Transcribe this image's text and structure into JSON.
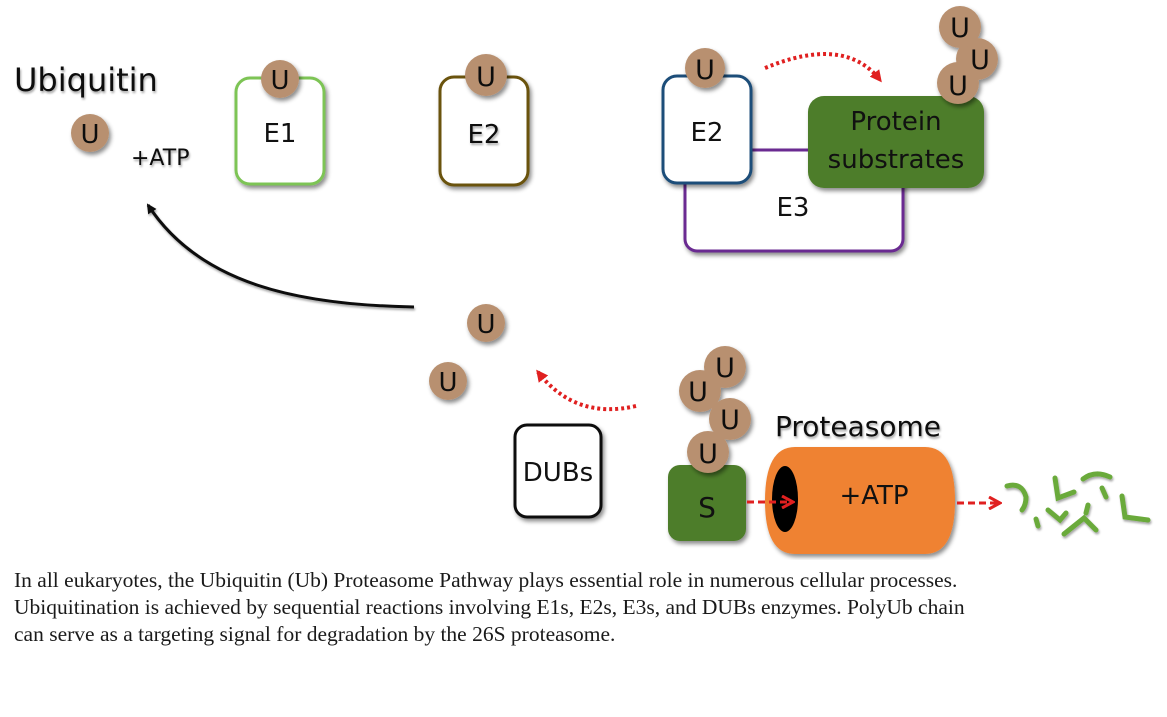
{
  "title": "Ubiquitin",
  "ubiquitin_symbol": "U",
  "colors": {
    "ubiquitin": "#b89070",
    "e1_border": "#7dc455",
    "e2_first_border": "#6b5310",
    "e2_second_border": "#1f4e79",
    "e3_border": "#6a2c91",
    "protein_fill": "#4e7d2c",
    "proteasome_fill": "#ef8232",
    "red_arrow": "#e02020",
    "fragments": "#6aaa3a"
  },
  "steps": {
    "activation_label": "+ATP",
    "e1_label": "E1",
    "e2_label": "E2",
    "e2_complex_label": "E2",
    "e3_label": "E3",
    "protein_label_line1": "Protein",
    "protein_label_line2": "substrates"
  },
  "degradation": {
    "proteasome_title": "Proteasome",
    "proteasome_label": "+ATP",
    "substrate_label": "S",
    "dubs_label": "DUBs"
  },
  "caption": {
    "lines": [
      "In all eukaryotes, the Ubiquitin (Ub) Proteasome Pathway plays essential role in numerous cellular processes.",
      "Ubiquitination is achieved by sequential reactions involving E1s, E2s, E3s, and DUBs enzymes. PolyUb chain",
      "can serve as a targeting signal for degradation by the 26S proteasome."
    ]
  }
}
